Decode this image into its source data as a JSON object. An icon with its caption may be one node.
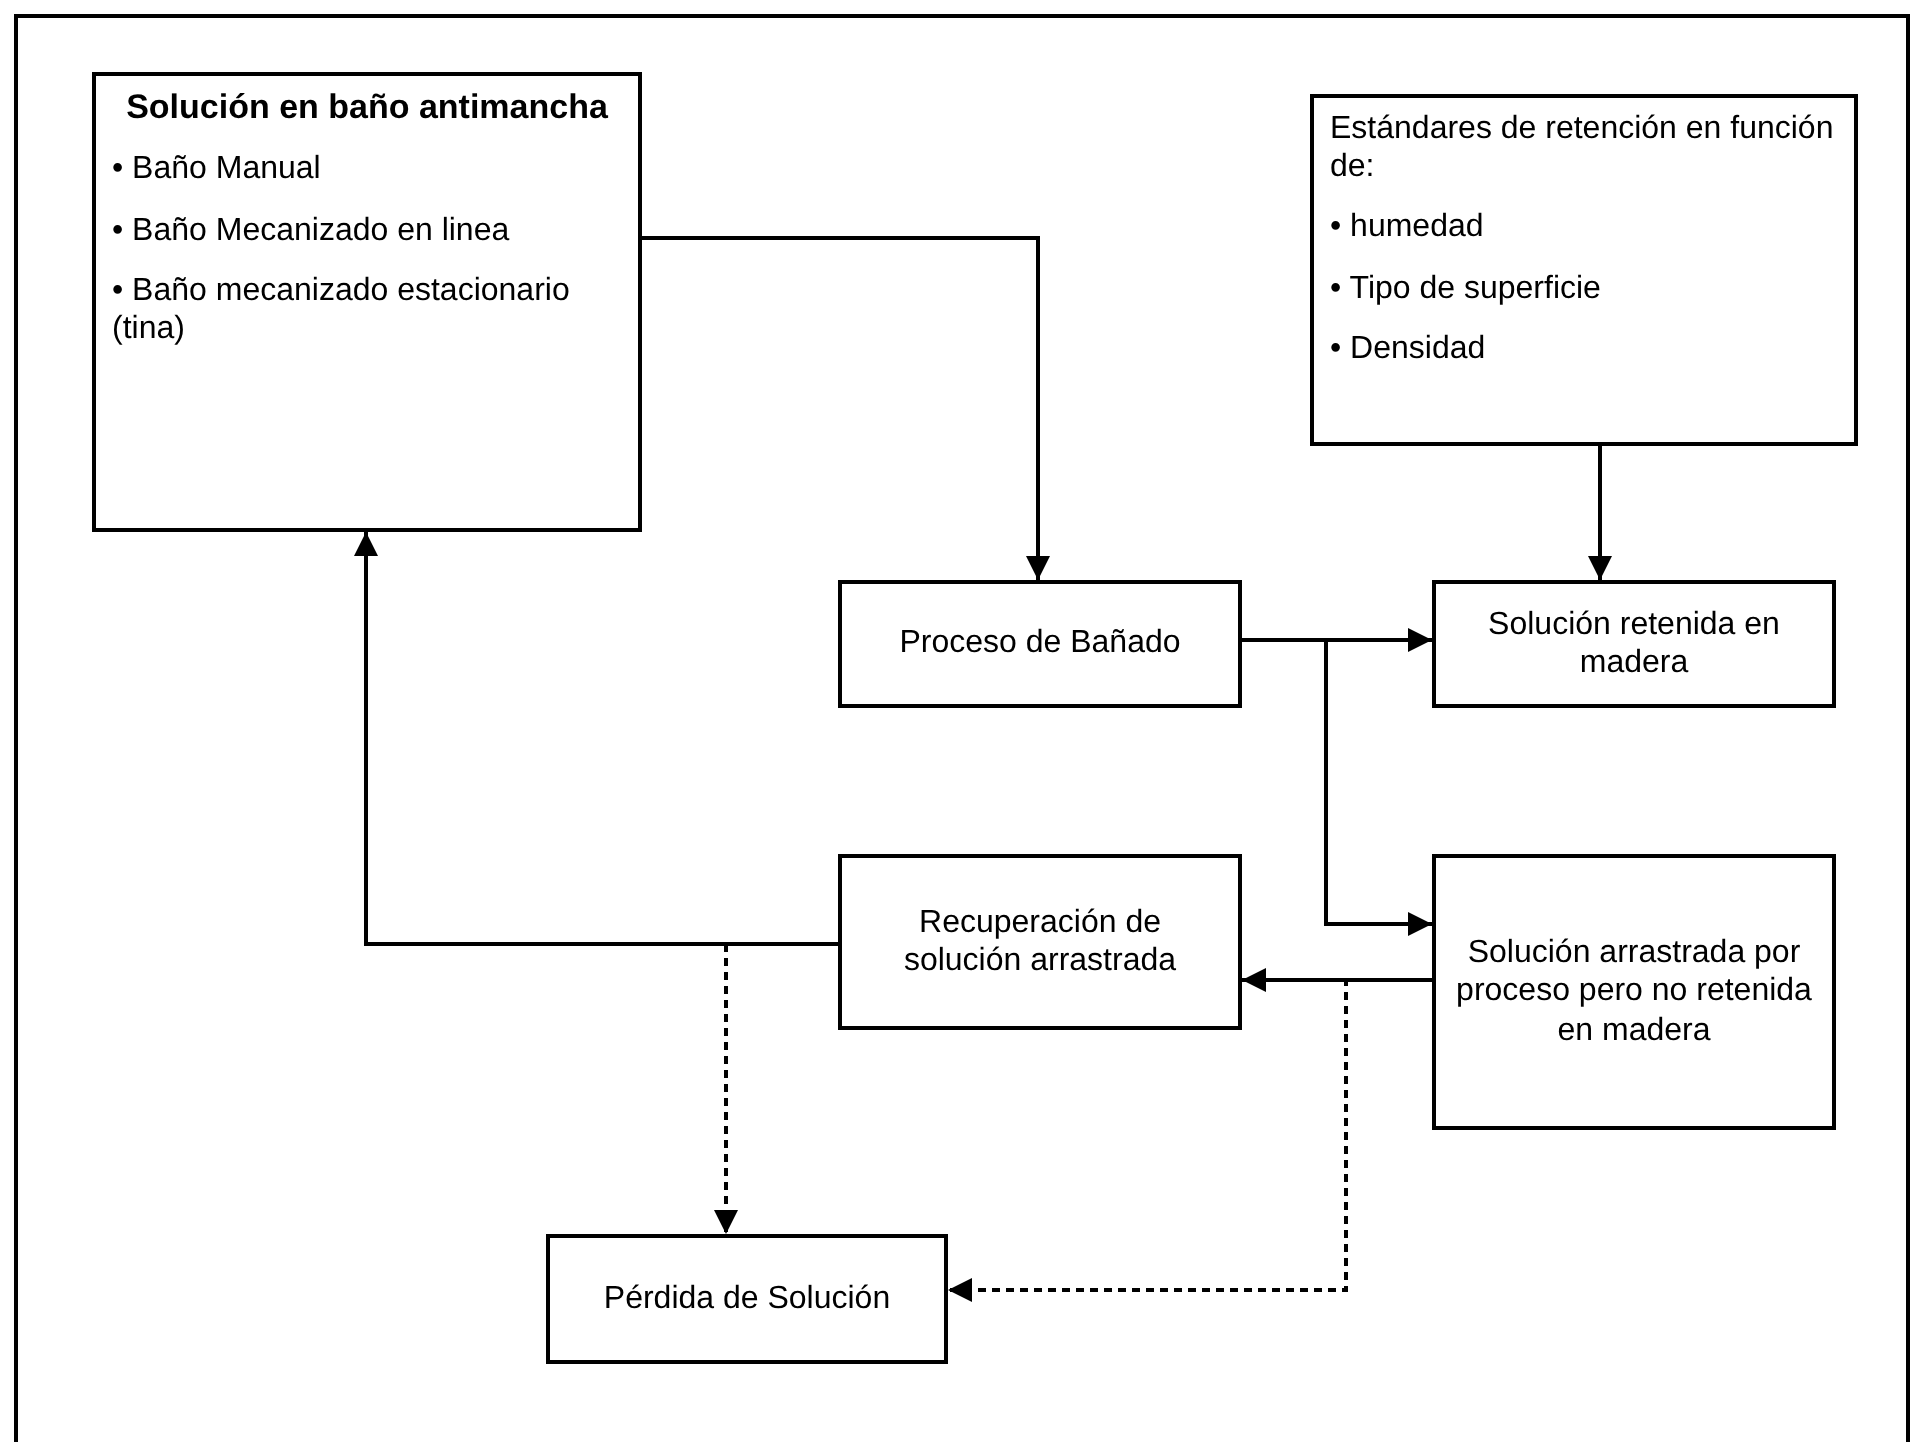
{
  "diagram": {
    "nodes": [
      {
        "text": [
          "Solución en baño antimancha",
          "• Baño Manual",
          "• Baño Mecanizado en linea",
          "• Baño mecanizado estacionario (tina)"
        ]
      },
      {
        "text": [
          "Estándares de retención en función de:",
          "• humedad",
          "• Tipo de superficie",
          "• Densidad"
        ]
      },
      {
        "text": [
          "Proceso de Bañado"
        ]
      },
      {
        "text": [
          "Solución retenida en madera"
        ]
      },
      {
        "text": [
          "Recuperación de solución arrastrada"
        ]
      },
      {
        "text": [
          "Solución arrastrada por proceso pero no retenida en madera"
        ]
      },
      {
        "text": [
          "Pérdida de Solución"
        ]
      }
    ],
    "edges": [
      {
        "from": 0,
        "to": 2,
        "arrow": "to"
      },
      {
        "from": 1,
        "to": 3,
        "arrow": "to"
      },
      {
        "from": 2,
        "to": 3,
        "arrow": "to"
      },
      {
        "from": 2,
        "to": 5,
        "arrow": "to"
      },
      {
        "from": 5,
        "to": 4,
        "arrow": "to"
      },
      {
        "from": 5,
        "to": 6,
        "arrow": "to",
        "style": "dashed"
      },
      {
        "from": 4,
        "to": 0,
        "arrow": "to"
      },
      {
        "from": 4,
        "to": 6,
        "arrow": "to",
        "style": "dashed"
      }
    ]
  }
}
